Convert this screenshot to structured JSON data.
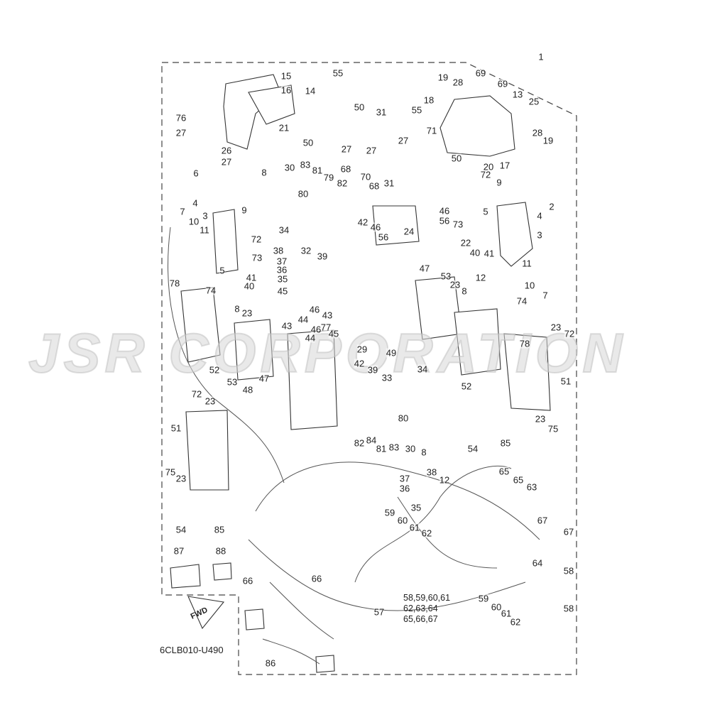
{
  "diagram": {
    "part_code": "6CLB010-U490",
    "fwd_label": "FWD",
    "watermark": "JSR CORPORATION",
    "group_callout": {
      "number": "57",
      "lines": [
        "58,59,60,61",
        "62,63,64",
        "65,66,67"
      ]
    },
    "callouts": [
      "1",
      "15",
      "16",
      "14",
      "55",
      "19",
      "28",
      "69",
      "69",
      "13",
      "25",
      "18",
      "76",
      "27",
      "21",
      "50",
      "31",
      "55",
      "28",
      "19",
      "50",
      "27",
      "27",
      "27",
      "71",
      "26",
      "27",
      "17",
      "68",
      "70",
      "50",
      "20",
      "8",
      "30",
      "83",
      "81",
      "79",
      "82",
      "80",
      "68",
      "31",
      "72",
      "9",
      "6",
      "4",
      "2",
      "4",
      "46",
      "5",
      "56",
      "73",
      "7",
      "10",
      "11",
      "3",
      "9",
      "72",
      "34",
      "42",
      "46",
      "56",
      "24",
      "3",
      "22",
      "40",
      "41",
      "38",
      "37",
      "36",
      "35",
      "32",
      "39",
      "5",
      "41",
      "40",
      "73",
      "45",
      "47",
      "12",
      "11",
      "10",
      "7",
      "53",
      "23",
      "8",
      "78",
      "74",
      "8",
      "23",
      "43",
      "44",
      "46",
      "46",
      "43",
      "44",
      "77",
      "45",
      "74",
      "78",
      "23",
      "72",
      "29",
      "49",
      "52",
      "53",
      "47",
      "42",
      "39",
      "33",
      "34",
      "52",
      "51",
      "48",
      "72",
      "23",
      "80",
      "51",
      "82",
      "84",
      "83",
      "81",
      "30",
      "8",
      "54",
      "85",
      "23",
      "75",
      "75",
      "23",
      "37",
      "38",
      "12",
      "36",
      "35",
      "65",
      "65",
      "63",
      "54",
      "85",
      "59",
      "60",
      "61",
      "62",
      "67",
      "67",
      "87",
      "88",
      "64",
      "58",
      "66",
      "66",
      "58",
      "59",
      "60",
      "61",
      "62",
      "86"
    ]
  }
}
